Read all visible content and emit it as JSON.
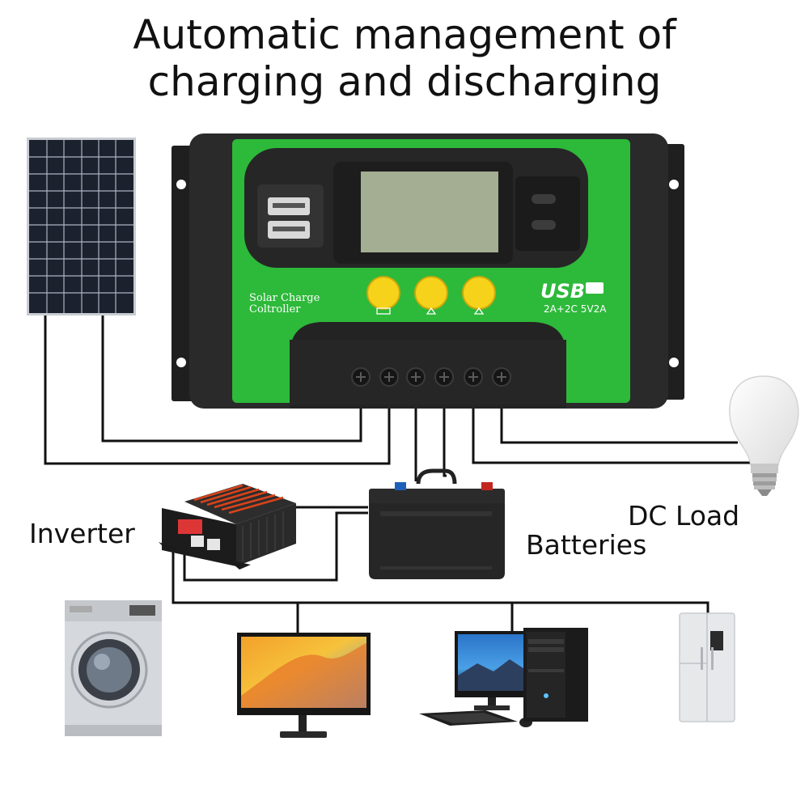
{
  "title": {
    "line1": "Automatic management of",
    "line2": "charging and discharging"
  },
  "labels": {
    "inverter": "Inverter",
    "dc_load": "DC Load",
    "batteries": "Batteries"
  },
  "controller": {
    "brand_line1": "Solar Charge",
    "brand_line2": "Coltroller",
    "usb_mark": "USB",
    "usb_spec": "2A+2C 5V2A",
    "button_count": 3,
    "terminal_count": 6
  },
  "colors": {
    "controller_green": "#2db93a",
    "controller_body": "#2a2a2a",
    "button_yellow": "#f6d21a",
    "wire": "#111111",
    "panel_cell": "#1e2430"
  },
  "icons": [
    "solar-panel-icon",
    "charge-controller-icon",
    "light-bulb-icon",
    "battery-icon",
    "inverter-icon",
    "washing-machine-icon",
    "monitor-icon",
    "desktop-computer-icon",
    "refrigerator-icon"
  ]
}
